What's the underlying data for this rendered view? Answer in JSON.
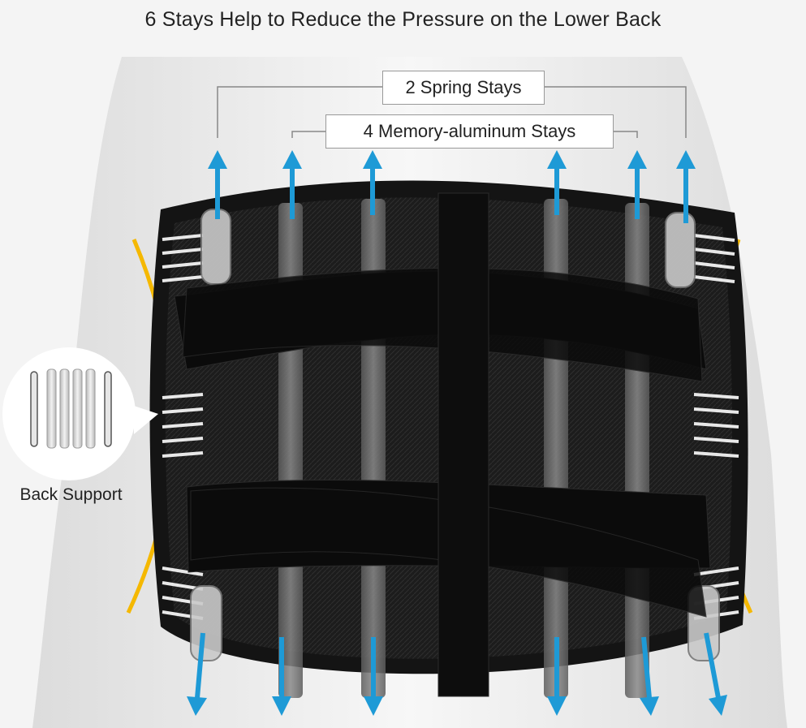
{
  "title": "6 Stays Help to Reduce the Pressure on the Lower Back",
  "labels": {
    "spring_stays": "2 Spring Stays",
    "aluminum_stays": "4 Memory-aluminum Stays"
  },
  "inset": {
    "caption": "Back Support"
  },
  "colors": {
    "arrow": "#1e9ad6",
    "accent": "#f5b800",
    "belt": "#141414",
    "background": "#f4f4f4"
  }
}
